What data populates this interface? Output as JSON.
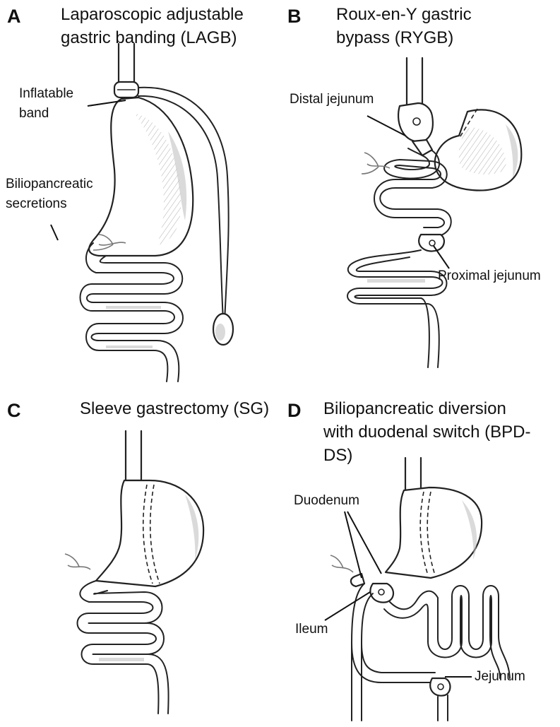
{
  "panels": {
    "a": {
      "letter": "A",
      "title_line1": "Laparoscopic adjustable",
      "title_line2": "gastric banding (LAGB)",
      "labels": {
        "inflatable_band_line1": "Inflatable",
        "inflatable_band_line2": "band",
        "secretions_line1": "Biliopancreatic",
        "secretions_line2": "secretions"
      }
    },
    "b": {
      "letter": "B",
      "title_line1": "Roux-en-Y gastric",
      "title_line2": "bypass (RYGB)",
      "labels": {
        "distal_jejunum": "Distal jejunum",
        "proximal_jejunum": "Proximal jejunum"
      }
    },
    "c": {
      "letter": "C",
      "title_line1": "Sleeve gastrectomy (SG)"
    },
    "d": {
      "letter": "D",
      "title_line1": "Biliopancreatic diversion",
      "title_line2": "with duodenal switch (BPD-",
      "title_line3": "DS)",
      "labels": {
        "duodenum": "Duodenum",
        "ileum": "Ileum",
        "jejunum": "Jejunum"
      }
    }
  },
  "colors": {
    "ink": "#222222",
    "shading": "#bcbcbc",
    "background": "#ffffff"
  },
  "icons": [
    "inflatable-band-icon",
    "port-reservoir-icon",
    "staple-line-icon",
    "nerve-branch-icon"
  ]
}
